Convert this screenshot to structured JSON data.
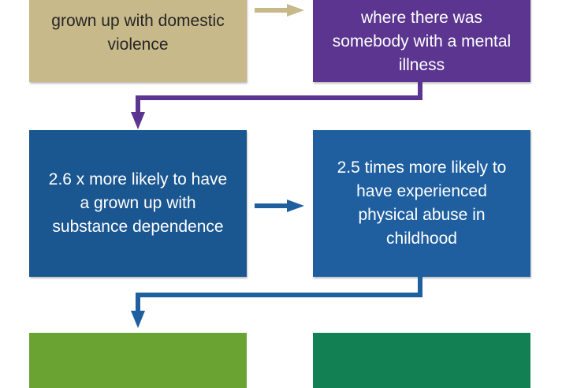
{
  "colors": {
    "tan": "#c8b98a",
    "purple": "#5b3590",
    "dark_blue": "#1a5690",
    "blue": "#1f5fa0",
    "green_light": "#6aa331",
    "green_dark": "#138053",
    "arrow_tan": "#c8b98a",
    "arrow_purple": "#5b3590",
    "arrow_blue": "#1f5fa0"
  },
  "boxes": {
    "domestic": "grown up with domestic\nviolence",
    "mental": "where there was\nsomebody with a mental\nillness",
    "substance": "2.6 x more likely to have\na grown up with\nsubstance dependence",
    "physical": "2.5 times more likely to\nhave experienced\nphysical abuse in\nchildhood"
  }
}
